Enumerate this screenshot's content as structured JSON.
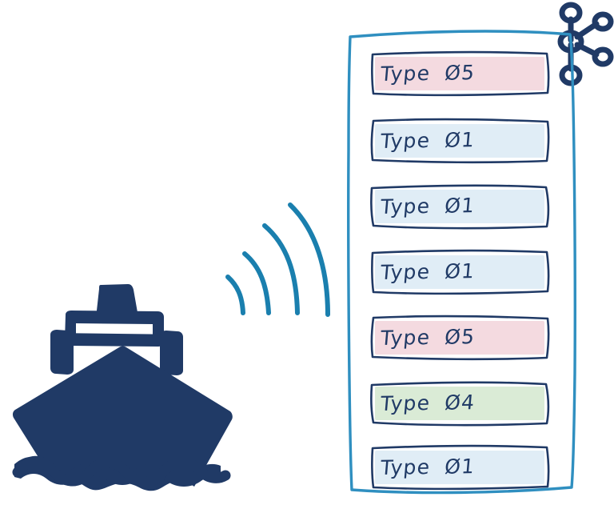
{
  "scene": {
    "title": "Vessel signal type list",
    "background_color": "#ffffff"
  },
  "palette": {
    "ink_navy": "#203a66",
    "frame_teal": "#2f8fc0",
    "signal_blue": "#1a7fae",
    "highlight_pink": "#f2d3da",
    "highlight_blue": "#dbeaf5",
    "highlight_green": "#d3e8cf"
  },
  "ship": {
    "icon_name": "ship-front-icon",
    "color": "#203a66",
    "waves": 3
  },
  "signal": {
    "icon_name": "signal-waves-icon",
    "color": "#1a7fae",
    "arc_count": 4
  },
  "network": {
    "icon_name": "network-share-icon",
    "color": "#203a66",
    "node_count": 5
  },
  "list": {
    "frame_name": "sketch-panel-frame",
    "frame_color": "#2f8fc0",
    "rows": [
      {
        "prefix": "Type",
        "code": "Ø5",
        "highlight": "pink",
        "color": "#f2d3da"
      },
      {
        "prefix": "Type",
        "code": "Ø1",
        "highlight": "blue",
        "color": "#dbeaf5"
      },
      {
        "prefix": "Type",
        "code": "Ø1",
        "highlight": "blue",
        "color": "#dbeaf5"
      },
      {
        "prefix": "Type",
        "code": "Ø1",
        "highlight": "blue",
        "color": "#dbeaf5"
      },
      {
        "prefix": "Type",
        "code": "Ø5",
        "highlight": "pink",
        "color": "#f2d3da"
      },
      {
        "prefix": "Type",
        "code": "Ø4",
        "highlight": "green",
        "color": "#d3e8cf"
      },
      {
        "prefix": "Type",
        "code": "Ø1",
        "highlight": "blue",
        "color": "#dbeaf5"
      }
    ]
  }
}
